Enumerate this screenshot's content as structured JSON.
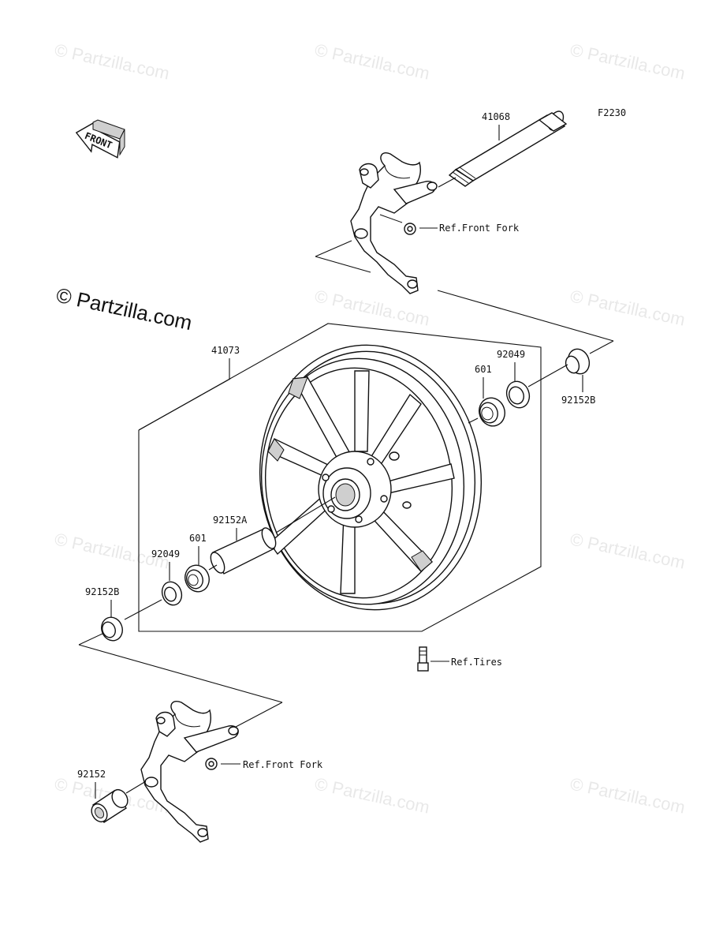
{
  "figure_code": "F2230",
  "front_arrow_label": "FRONT",
  "watermark": {
    "text": "© Partzilla.com",
    "main_text": "© Partzilla.com"
  },
  "parts": {
    "axle": "41068",
    "wheel": "41073",
    "seal_upper": "92049",
    "bearing_upper": "601",
    "collar_right": "92152B",
    "spacer": "92152A",
    "bearing_lower": "601",
    "seal_lower": "92049",
    "collar_left_upper": "92152B",
    "collar_left_lower": "92152"
  },
  "references": {
    "front_fork_top": "Ref.Front Fork",
    "tires": "Ref.Tires",
    "front_fork_bottom": "Ref.Front Fork"
  }
}
